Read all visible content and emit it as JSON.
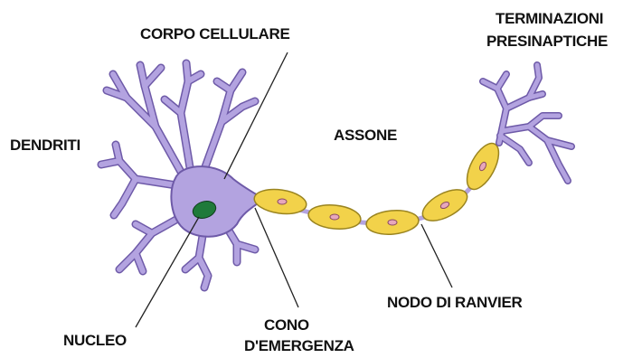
{
  "diagram": {
    "labels": {
      "corpo_cellulare": "CORPO CELLULARE",
      "terminazioni_line1": "TERMINAZIONI",
      "terminazioni_line2": "PRESINAPTICHE",
      "dendriti": "DENDRITI",
      "assone": "ASSONE",
      "nucleo": "NUCLEO",
      "cono_line1": "CONO",
      "cono_line2": "D'EMERGENZA",
      "nodo_ranvier": "NODO DI RANVIER"
    },
    "colors": {
      "cell_body": "#b3a3e0",
      "cell_outline": "#6e5aa8",
      "myelin": "#f2d24a",
      "myelin_outline": "#9a8420",
      "nucleus": "#1f7a3a",
      "node_core": "#e7a7bc",
      "leader_line": "#222222"
    }
  }
}
